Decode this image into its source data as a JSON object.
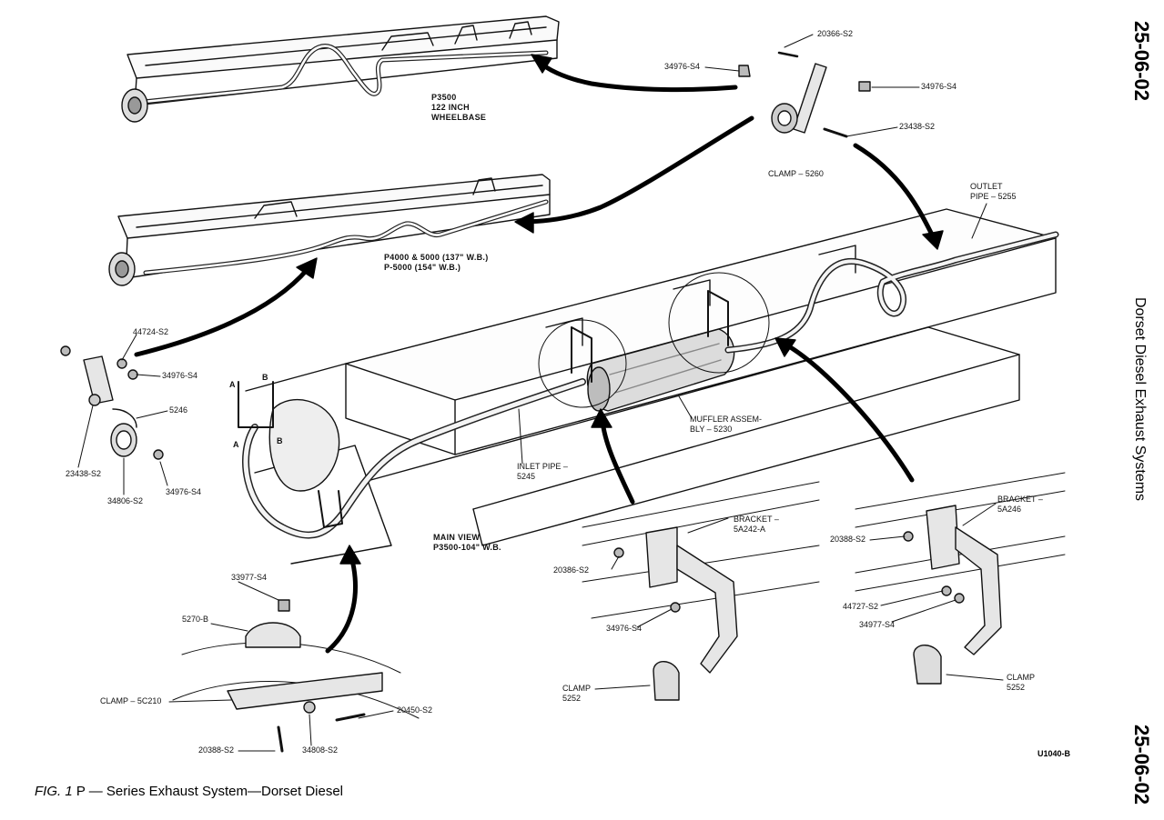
{
  "caption": {
    "fig": "FIG. 1",
    "text": "P — Series Exhaust System—Dorset Diesel"
  },
  "page_number_top": "25-06-02",
  "page_number_bottom": "25-06-02",
  "side_title": "Dorset Diesel Exhaust Systems",
  "drawing_ref": "U1040-B",
  "labels": {
    "p3500_122": "P3500\n122 INCH\nWHEELBASE",
    "p4000": "P4000 & 5000 (137\" W.B.)\nP-5000 (154\" W.B.)",
    "main_view": "MAIN VIEW\nP3500-104\" W.B.",
    "outlet_pipe": "OUTLET\nPIPE – 5255",
    "muffler": "MUFFLER ASSEM-\nBLY – 5230",
    "inlet_pipe": "INLET PIPE –\n5245",
    "clamp_5260": "CLAMP – 5260",
    "bracket_5a242": "BRACKET –\n5A242-A",
    "bracket_5a246": "BRACKET –\n5A246",
    "clamp_5252_l": "CLAMP\n5252",
    "clamp_5252_r": "CLAMP\n5252",
    "clamp_5c210": "CLAMP – 5C210",
    "p_20366": "20366-S2",
    "p_34976_a": "34976-S4",
    "p_34976_b": "34976-S4",
    "p_23438_a": "23438-S2",
    "p_44724": "44724-S2",
    "p_34976_c": "34976-S4",
    "p_5246": "5246",
    "p_23438_b": "23438-S2",
    "p_34806": "34806-S2",
    "p_34976_d": "34976-S4",
    "p_33977": "33977-S4",
    "p_5270b": "5270-B",
    "p_20450": "20450-S2",
    "p_20388_a": "20388-S2",
    "p_34808": "34808-S2",
    "p_20386": "20386-S2",
    "p_34976_e": "34976-S4",
    "p_20388_b": "20388-S2",
    "p_44727": "44727-S2",
    "p_34977": "34977-S4",
    "mark_a1": "A",
    "mark_b1": "B",
    "mark_a2": "A",
    "mark_b2": "B"
  }
}
